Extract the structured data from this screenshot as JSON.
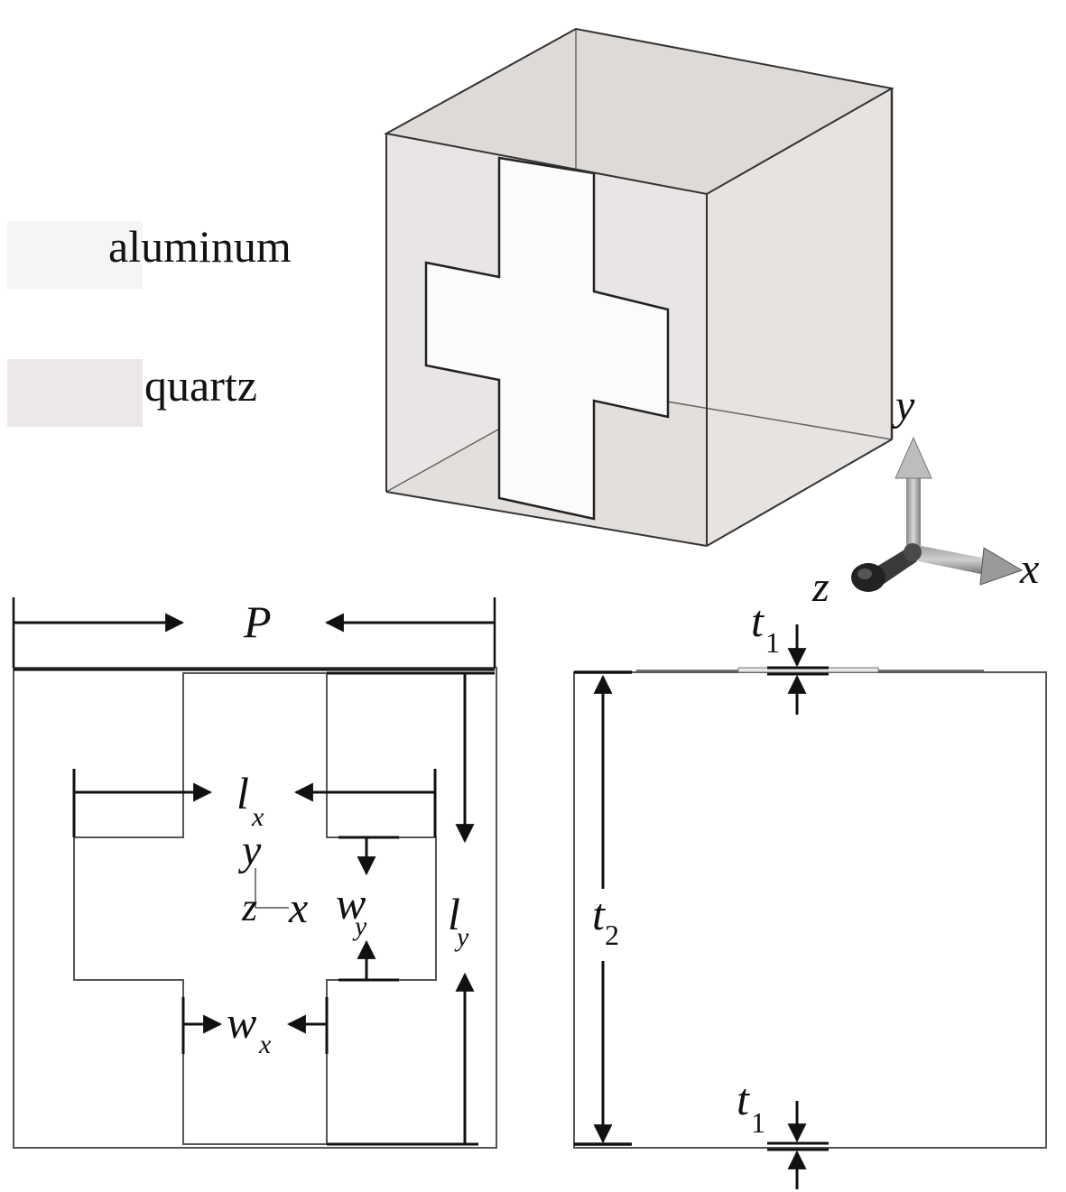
{
  "legend": {
    "items": [
      {
        "label": "aluminum",
        "color": "#f7f5f4"
      },
      {
        "label": "quartz",
        "color": "#ebe8e7"
      }
    ]
  },
  "colors": {
    "quartz_face": "#dedad8",
    "quartz_side": "#e6e3e1",
    "aluminum": "#fbfbfb",
    "line": "#333333",
    "arrow": "#111111"
  },
  "axes_3d": {
    "x_label": "x",
    "y_label": "y",
    "z_label": "z",
    "icons": [
      "axis-arrow-x-icon",
      "axis-arrow-y-icon",
      "axis-arrow-z-icon"
    ]
  },
  "top_view": {
    "period_label": "P",
    "lx_label": "l",
    "lx_sub": "x",
    "ly_label": "l",
    "ly_sub": "y",
    "wx_label": "w",
    "wx_sub": "x",
    "wy_label": "w",
    "wy_sub": "y",
    "local_axis_y": "y",
    "local_axis_z": "z",
    "local_axis_x": "x"
  },
  "side_view": {
    "t1_top_label": "t",
    "t1_top_sub": "1",
    "t2_label": "t",
    "t2_sub": "2",
    "t1_bottom_label": "t",
    "t1_bottom_sub": "1"
  }
}
